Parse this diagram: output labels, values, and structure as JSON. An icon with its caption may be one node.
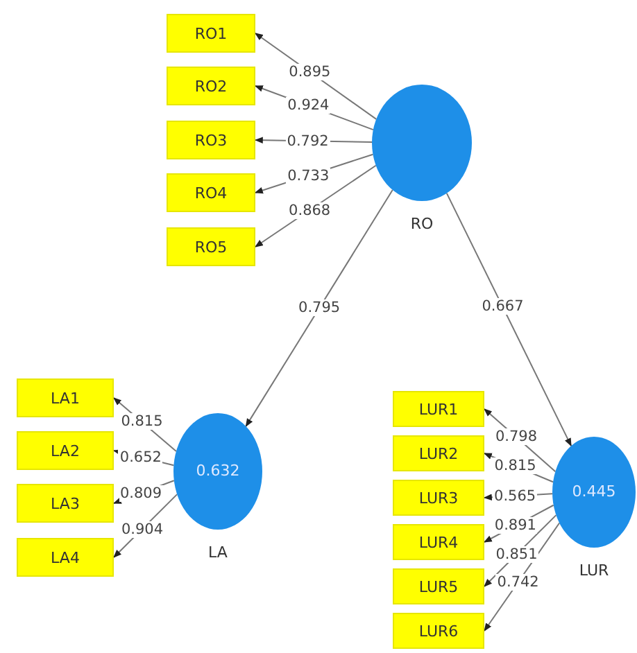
{
  "diagram": {
    "nodes": [
      {
        "text": [
          "RO1"
        ]
      },
      {
        "text": [
          "RO2"
        ]
      },
      {
        "text": [
          "RO3"
        ]
      },
      {
        "text": [
          "RO4"
        ]
      },
      {
        "text": [
          "RO5"
        ]
      },
      {
        "text": [
          "RO"
        ]
      },
      {
        "text": [
          "LA1"
        ]
      },
      {
        "text": [
          "LA2"
        ]
      },
      {
        "text": [
          "LA3"
        ]
      },
      {
        "text": [
          "LA4"
        ]
      },
      {
        "text": [
          "0.632",
          "LA"
        ]
      },
      {
        "text": [
          "LUR1"
        ]
      },
      {
        "text": [
          "LUR2"
        ]
      },
      {
        "text": [
          "LUR3"
        ]
      },
      {
        "text": [
          "LUR4"
        ]
      },
      {
        "text": [
          "LUR5"
        ]
      },
      {
        "text": [
          "LUR6"
        ]
      },
      {
        "text": [
          "0.445",
          "LUR"
        ]
      }
    ],
    "edges": [
      {
        "from": 5,
        "to": 0,
        "arrow": "to",
        "label": "0.895"
      },
      {
        "from": 5,
        "to": 1,
        "arrow": "to",
        "label": "0.924"
      },
      {
        "from": 5,
        "to": 2,
        "arrow": "to",
        "label": "0.792"
      },
      {
        "from": 5,
        "to": 3,
        "arrow": "to",
        "label": "0.733"
      },
      {
        "from": 5,
        "to": 4,
        "arrow": "to",
        "label": "0.868"
      },
      {
        "from": 5,
        "to": 10,
        "arrow": "to",
        "label": "0.795"
      },
      {
        "from": 5,
        "to": 17,
        "arrow": "to",
        "label": "0.667"
      },
      {
        "from": 10,
        "to": 6,
        "arrow": "to",
        "label": "0.815"
      },
      {
        "from": 10,
        "to": 7,
        "arrow": "to",
        "label": "0.652"
      },
      {
        "from": 10,
        "to": 8,
        "arrow": "to",
        "label": "0.809"
      },
      {
        "from": 10,
        "to": 9,
        "arrow": "to",
        "label": "0.904"
      },
      {
        "from": 17,
        "to": 11,
        "arrow": "to",
        "label": "0.798"
      },
      {
        "from": 17,
        "to": 12,
        "arrow": "to",
        "label": "0.815"
      },
      {
        "from": 17,
        "to": 13,
        "arrow": "to",
        "label": "0.565"
      },
      {
        "from": 17,
        "to": 14,
        "arrow": "to",
        "label": "0.891"
      },
      {
        "from": 17,
        "to": 15,
        "arrow": "to",
        "label": "0.851"
      },
      {
        "from": 17,
        "to": 16,
        "arrow": "to",
        "label": "0.742"
      }
    ]
  }
}
